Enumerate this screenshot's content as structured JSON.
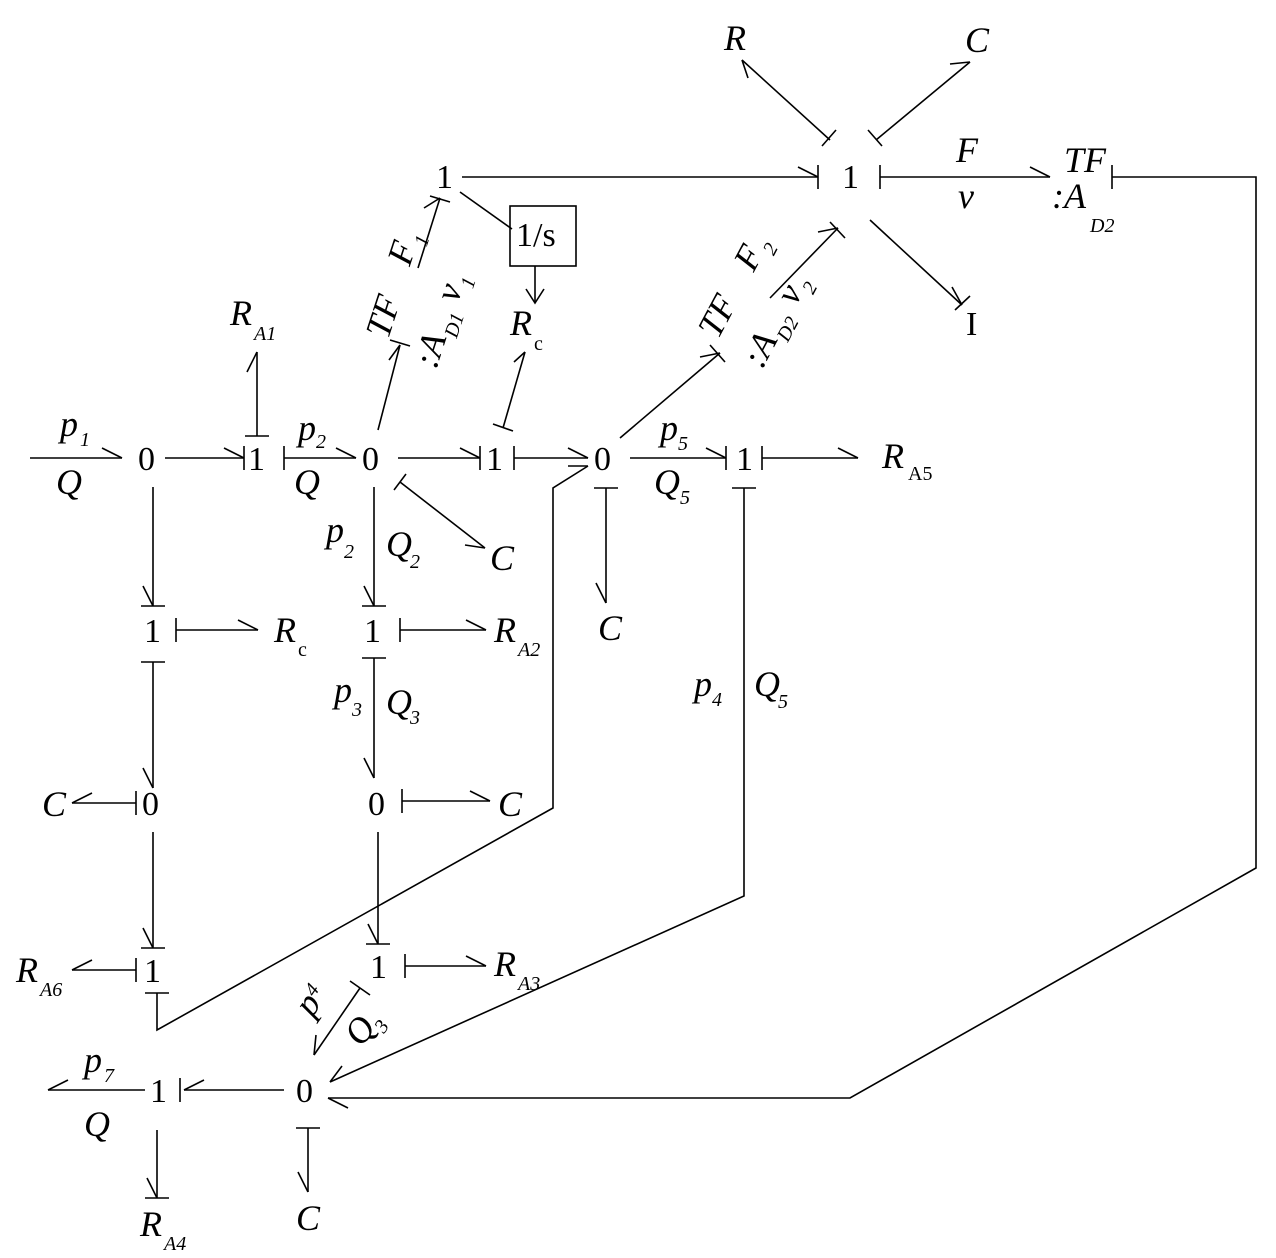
{
  "labels": {
    "zero": "0",
    "one": "1",
    "R": "R",
    "C": "C",
    "I": "I",
    "TF": "TF",
    "colon_A": ":A",
    "F": "F",
    "v": "v",
    "p": "p",
    "Q": "Q",
    "integrator": "1/s",
    "sub_1": "1",
    "sub_2": "2",
    "sub_3": "3",
    "sub_4": "4",
    "sub_5": "5",
    "sub_7": "7",
    "sub_A1": "A1",
    "sub_A2": "A2",
    "sub_A3": "A3",
    "sub_A4": "A4",
    "sub_A5": "A5",
    "sub_A6": "A6",
    "sub_c": "c",
    "sub_D1": "D1",
    "sub_D2": "D2"
  }
}
